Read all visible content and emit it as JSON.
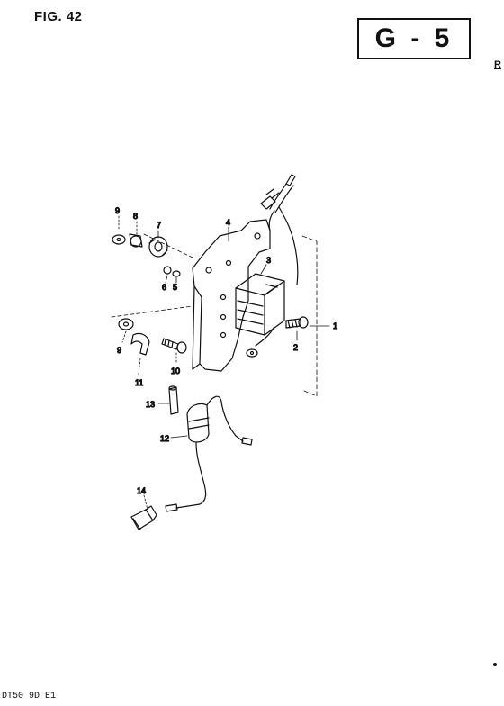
{
  "header": {
    "figure": "FIG. 42",
    "page_code": "G - 5",
    "edge_mark": "R"
  },
  "footer": {
    "model_code": "DT50 9D E1"
  },
  "callouts": {
    "c1": "1",
    "c2": "2",
    "c3": "3",
    "c4": "4",
    "c5": "5",
    "c6": "6",
    "c7": "7",
    "c8": "8",
    "c9a": "9",
    "c9b": "9",
    "c10": "10",
    "c11": "11",
    "c12": "12",
    "c13": "13",
    "c14": "14"
  }
}
